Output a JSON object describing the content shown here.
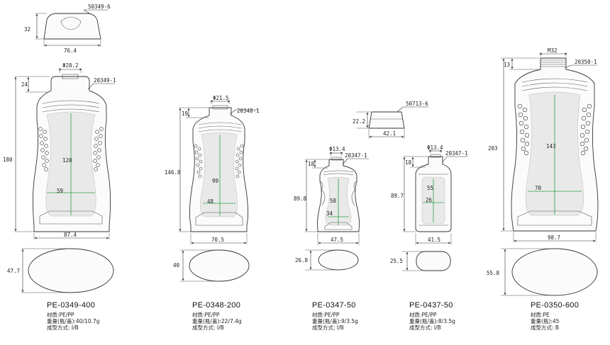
{
  "cap_0349": {
    "part_no": "50349-6",
    "height": "32",
    "width": "76.4"
  },
  "cap_0347": {
    "part_no": "50713-6",
    "height": "22.2",
    "width": "42.1"
  },
  "bottles": [
    {
      "model": "PE-0349-400",
      "neck_dia": "Φ28.2",
      "neck_part": "20349-1",
      "neck_h": "24",
      "height": "180",
      "width": "87.4",
      "label_h": "120",
      "label_w": "59",
      "depth": "47.7",
      "material": "材质:PE/PP",
      "weight": "重量(瓶/盖):40/10.7g",
      "process": "成型方式: I/B"
    },
    {
      "model": "PE-0348-200",
      "neck_dia": "Φ21.5",
      "neck_part": "20348-1",
      "neck_h": "19",
      "height": "146.8",
      "width": "70.5",
      "label_h": "99",
      "label_w": "48",
      "depth": "40",
      "material": "材质:PE/PP",
      "weight": "重量(瓶/盖):22/7.4g",
      "process": "成型方式: I/B"
    },
    {
      "model": "PE-0347-50",
      "neck_dia": "Φ13.4",
      "neck_part": "20347-1",
      "neck_h": "18",
      "height": "89.8",
      "width": "47.5",
      "label_h": "58",
      "label_w": "34",
      "depth": "26.8",
      "material": "材质:PE/PP",
      "weight": "重量(瓶/盖):9/3.5g",
      "process": "成型方式: I/B"
    },
    {
      "model": "PE-0437-50",
      "neck_dia": "Φ13.4",
      "neck_part": "20347-1",
      "neck_h": "18",
      "height": "89.7",
      "width": "41.5",
      "label_h": "55",
      "label_w": "26",
      "depth": "25.5",
      "material": "材质:PE/PP",
      "weight": "重量(瓶/盖):8/3.5g",
      "process": "成型方式: I/B"
    },
    {
      "model": "PE-0350-600",
      "neck_dia": "M32",
      "neck_part": "20350-1",
      "neck_h": "13",
      "height": "203",
      "width": "98.7",
      "label_h": "143",
      "label_w": "70",
      "depth": "55.8",
      "material": "材质:PE",
      "weight": "重量(瓶):45",
      "process": "成型方式: B"
    }
  ]
}
